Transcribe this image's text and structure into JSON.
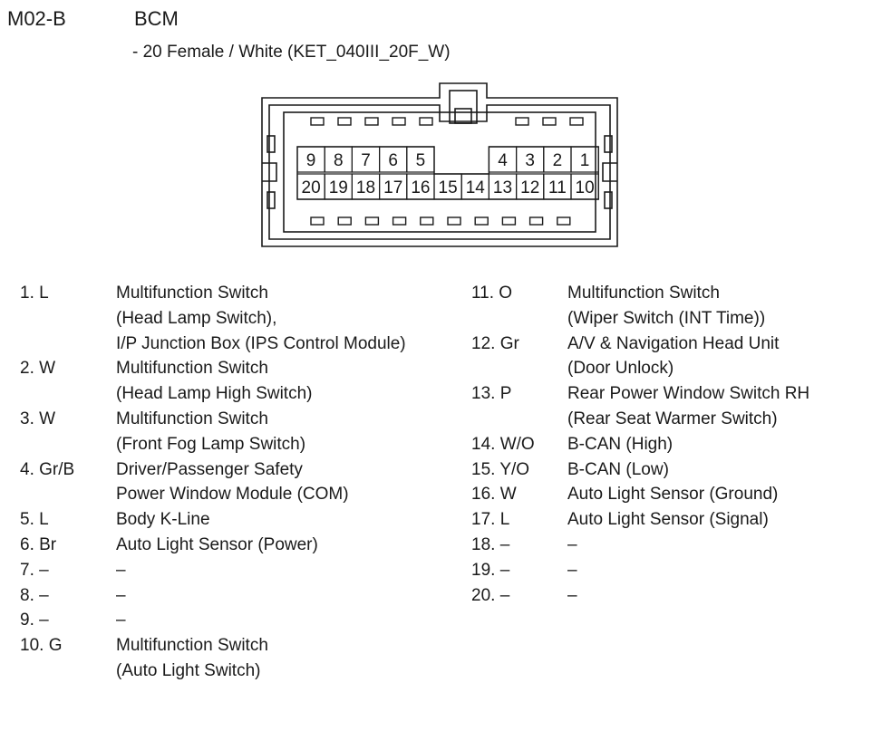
{
  "header": {
    "connector_code": "M02-B",
    "component": "BCM",
    "connector_desc": "- 20 Female / White (KET_040III_20F_W)"
  },
  "connector": {
    "top_row_pins": [
      "9",
      "8",
      "7",
      "6",
      "5",
      "",
      "",
      "4",
      "3",
      "2",
      "1"
    ],
    "bottom_row_pins": [
      "20",
      "19",
      "18",
      "17",
      "16",
      "15",
      "14",
      "13",
      "12",
      "11",
      "10"
    ]
  },
  "legend": {
    "left": [
      {
        "pin": "1. L",
        "lines": [
          "Multifunction Switch",
          "(Head Lamp Switch),",
          "I/P Junction Box (IPS Control Module)"
        ]
      },
      {
        "pin": "2. W",
        "lines": [
          "Multifunction Switch",
          "(Head Lamp High Switch)"
        ]
      },
      {
        "pin": "3. W",
        "lines": [
          "Multifunction Switch",
          "(Front Fog Lamp Switch)"
        ]
      },
      {
        "pin": "4. Gr/B",
        "lines": [
          "Driver/Passenger Safety",
          "Power Window Module (COM)"
        ]
      },
      {
        "pin": "5. L",
        "lines": [
          "Body K-Line"
        ]
      },
      {
        "pin": "6. Br",
        "lines": [
          "Auto Light Sensor (Power)"
        ]
      },
      {
        "pin": "7. –",
        "lines": [
          "–"
        ]
      },
      {
        "pin": "8. –",
        "lines": [
          "–"
        ]
      },
      {
        "pin": "9. –",
        "lines": [
          "–"
        ]
      },
      {
        "pin": "10. G",
        "lines": [
          "Multifunction Switch",
          "(Auto Light Switch)"
        ]
      }
    ],
    "right": [
      {
        "pin": "11. O",
        "lines": [
          "Multifunction Switch",
          "(Wiper Switch (INT Time))"
        ]
      },
      {
        "pin": "12. Gr",
        "lines": [
          "A/V & Navigation Head Unit",
          "(Door Unlock)"
        ]
      },
      {
        "pin": "13. P",
        "lines": [
          "Rear Power Window Switch RH",
          "(Rear Seat Warmer Switch)"
        ]
      },
      {
        "pin": "14. W/O",
        "lines": [
          "B-CAN (High)"
        ]
      },
      {
        "pin": "15. Y/O",
        "lines": [
          "B-CAN (Low)"
        ]
      },
      {
        "pin": "16. W",
        "lines": [
          "Auto Light Sensor (Ground)"
        ]
      },
      {
        "pin": "17. L",
        "lines": [
          "Auto Light Sensor (Signal)"
        ]
      },
      {
        "pin": "18. –",
        "lines": [
          "–"
        ]
      },
      {
        "pin": "19. –",
        "lines": [
          "–"
        ]
      },
      {
        "pin": "20. –",
        "lines": [
          "–"
        ]
      }
    ]
  }
}
